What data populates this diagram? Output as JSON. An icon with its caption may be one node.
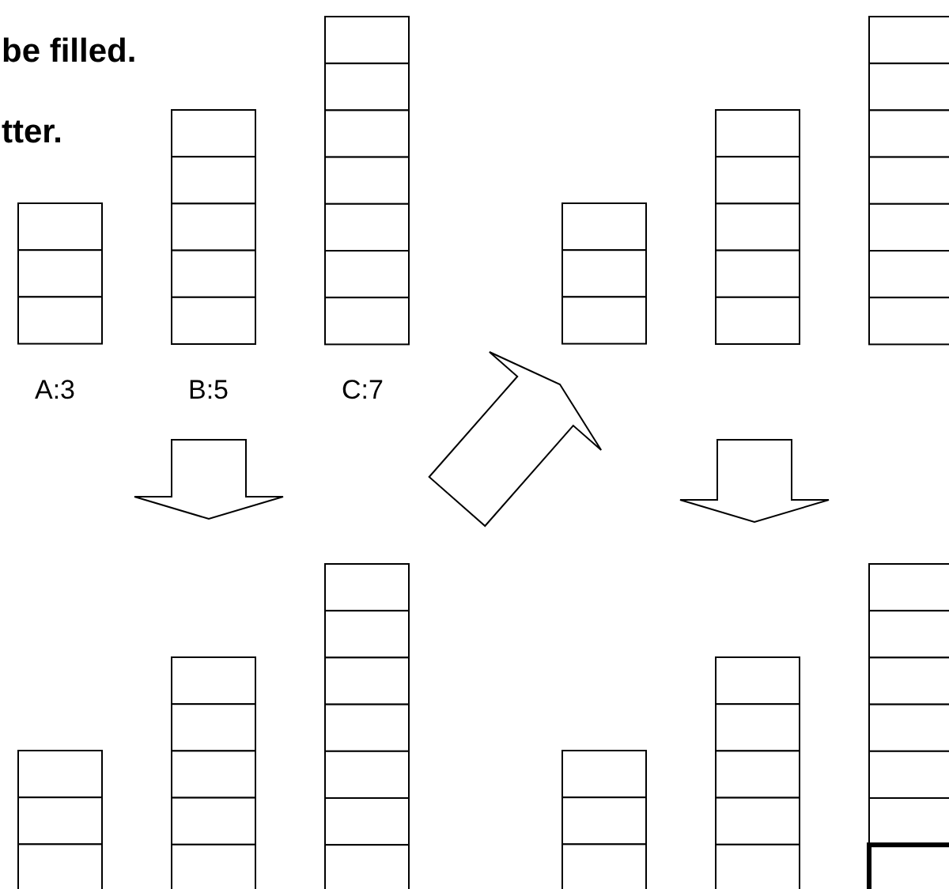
{
  "diagram": {
    "nodes": [
      {
        "text": [],
        "shape": "bar"
      },
      {
        "text": [],
        "shape": "bar"
      },
      {
        "text": [],
        "shape": "bar"
      },
      {
        "text": [],
        "shape": "bar"
      }
    ],
    "edges": [
      {
        "from": 0,
        "to": 2,
        "arrow": "to"
      },
      {
        "from": 2,
        "to": 1,
        "arrow": "to"
      },
      {
        "from": 1,
        "to": 3,
        "arrow": "to"
      }
    ],
    "labels": [
      "be filled.",
      "tter.",
      "A:3",
      "B:5",
      "C:7"
    ]
  }
}
